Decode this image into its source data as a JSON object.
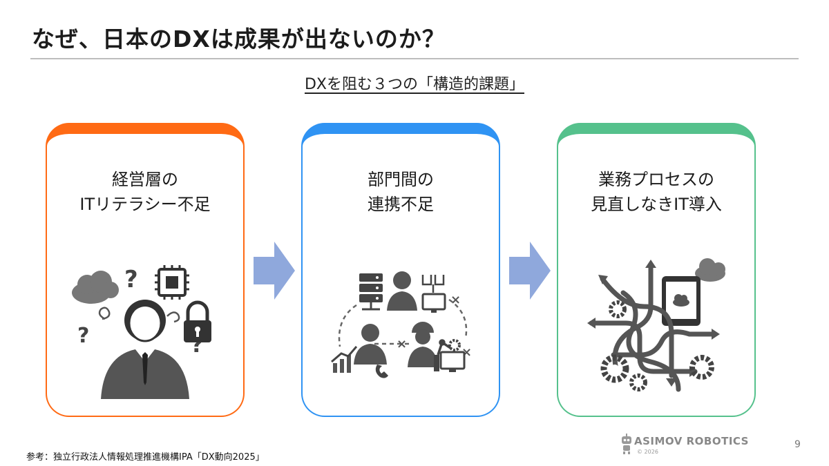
{
  "slide": {
    "title": "なぜ、日本のDXは成果が出ないのか？",
    "subtitle": "DXを阻む３つの「構造的課題」",
    "cards": [
      {
        "line1": "経営層の",
        "line2": "ITリテラシー不足",
        "accent": "#ff6a14"
      },
      {
        "line1": "部門間の",
        "line2": "連携不足",
        "accent": "#2f93f3"
      },
      {
        "line1": "業務プロセスの",
        "line2": "見直しなきIT導入",
        "accent": "#55c18c"
      }
    ],
    "arrow_color": "#8fa8dc",
    "source": "参考：独立行政法人情報処理推進機構IPA「DX動向2025」",
    "logo_text": "ASIMOV ROBOTICS",
    "logo_year": "© 2026",
    "page_number": "9"
  }
}
